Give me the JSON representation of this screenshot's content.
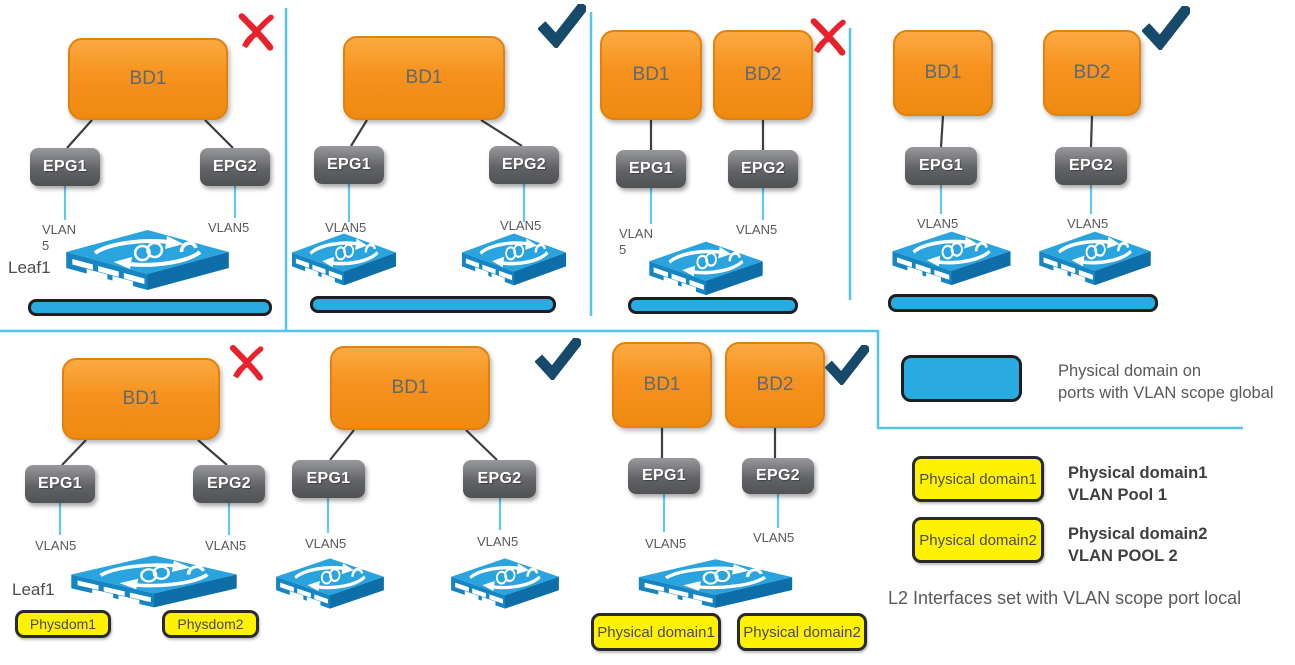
{
  "p1": {
    "status": "invalid",
    "bd": "BD1",
    "epg1": "EPG1",
    "epg2": "EPG2",
    "vlan1a": "VLAN",
    "vlan1b": "5",
    "vlan2": "VLAN5",
    "leaf": "Leaf1"
  },
  "p2": {
    "status": "valid",
    "bd": "BD1",
    "epg1": "EPG1",
    "epg2": "EPG2",
    "vlan1": "VLAN5",
    "vlan2": "VLAN5"
  },
  "p3": {
    "status": "invalid",
    "bd1": "BD1",
    "bd2": "BD2",
    "epg1": "EPG1",
    "epg2": "EPG2",
    "vlan1a": "VLAN",
    "vlan1b": "5",
    "vlan2": "VLAN5"
  },
  "p4": {
    "status": "valid",
    "bd1": "BD1",
    "bd2": "BD2",
    "epg1": "EPG1",
    "epg2": "EPG2",
    "vlan1": "VLAN5",
    "vlan2": "VLAN5"
  },
  "p5": {
    "status": "invalid",
    "bd": "BD1",
    "epg1": "EPG1",
    "epg2": "EPG2",
    "vlan1": "VLAN5",
    "vlan2": "VLAN5",
    "leaf": "Leaf1",
    "dom1": "Physdom1",
    "dom2": "Physdom2"
  },
  "p6": {
    "status": "valid",
    "bd": "BD1",
    "epg1": "EPG1",
    "epg2": "EPG2",
    "vlan1": "VLAN5",
    "vlan2": "VLAN5"
  },
  "p7": {
    "status": "valid",
    "bd1": "BD1",
    "bd2": "BD2",
    "epg1": "EPG1",
    "epg2": "EPG2",
    "vlan1": "VLAN5",
    "vlan2": "VLAN5",
    "dom1": "Physical domain1",
    "dom2": "Physical domain2"
  },
  "legend": {
    "global_line1": "Physical domain on",
    "global_line2": "ports with VLAN scope global",
    "dom1_box": "Physical domain1",
    "dom1_line1": "Physical domain1",
    "dom1_line2": "VLAN Pool 1",
    "dom2_box": "Physical domain2",
    "dom2_line1": "Physical domain2",
    "dom2_line2": "VLAN POOL 2",
    "footnote": "L2 Interfaces set with VLAN scope port local"
  },
  "colors": {
    "bd_orange": "#F6921E",
    "epg_gray": "#626366",
    "bar_blue": "#29ABE2",
    "divider_cyan": "#52C6EF",
    "check_navy": "#17496A",
    "x_red": "#E8222D",
    "domain_yellow": "#FFF200"
  }
}
